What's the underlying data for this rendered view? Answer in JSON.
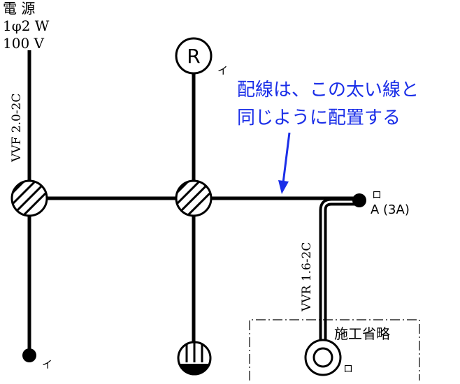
{
  "power_source": {
    "title": "電 源",
    "phase": "1φ2 W",
    "voltage": "100 V"
  },
  "cables": {
    "main_cable": "VVF 2.0-2C",
    "branch_cable": "VVR 1.6-2C"
  },
  "fixtures": {
    "receptacle_letter": "R",
    "receptacle_switch_label": "イ",
    "pendant_left_label": "イ",
    "breaker_top_label": "ロ",
    "breaker_label": "A (3A)",
    "bottom_right_label": "ロ"
  },
  "annotation": {
    "line1": "配線は、この太い線と",
    "line2": "同じように配置する",
    "color": "#1a2ee8"
  },
  "omitted_box": {
    "label": "施工省略"
  }
}
